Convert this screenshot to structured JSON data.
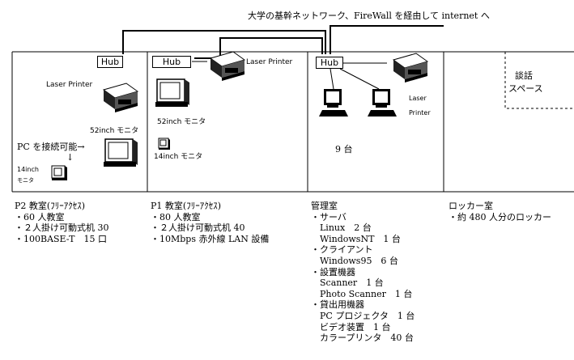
{
  "header": {
    "backbone_text": "大学の基幹ネットワーク、FireWall を経由して internet へ"
  },
  "rooms": {
    "p2": {
      "hub": "Hub",
      "printer_label": "Laser Printer",
      "monitor52": "52inch モニタ",
      "pc_connect": "PC を接続可能→",
      "arrow_down": "↓",
      "monitor14a": "14inch",
      "monitor14b": "モニタ",
      "title": "P2 教室(ﾌﾘｰｱｸｾｽ)",
      "details": [
        "・60 人教室",
        "・２人掛け可動式机 30",
        "・100BASE-T　15 口"
      ]
    },
    "p1": {
      "hub": "Hub",
      "printer_label": "Laser Printer",
      "monitor52": "52inch モニタ",
      "monitor14": "14inch モニタ",
      "title": "P1 教室(ﾌﾘｰｱｸｾｽ)",
      "details": [
        "・80 人教室",
        "・２人掛け可動式机 40",
        "・10Mbps 赤外線 LAN 設備"
      ]
    },
    "admin": {
      "hub": "Hub",
      "printer_label_1": "Laser",
      "printer_label_2": "Printer",
      "count": "9 台",
      "title": "管理室",
      "details": [
        "・サーバ",
        "　Linux　2 台",
        "　WindowsNT　1 台",
        "・クライアント",
        "　Windows95　6 台",
        "・設置機器",
        "　Scanner　1 台",
        "　Photo Scanner　1 台",
        "・貸出用機器",
        "　PC プロジェクタ　1 台",
        "　ビデオ装置　1 台",
        "　カラープリンタ　40 台"
      ]
    },
    "locker": {
      "talk_1": "談話",
      "talk_2": "スペース",
      "title": "ロッカー室",
      "details": [
        "・約 480 人分のロッカー"
      ]
    }
  }
}
